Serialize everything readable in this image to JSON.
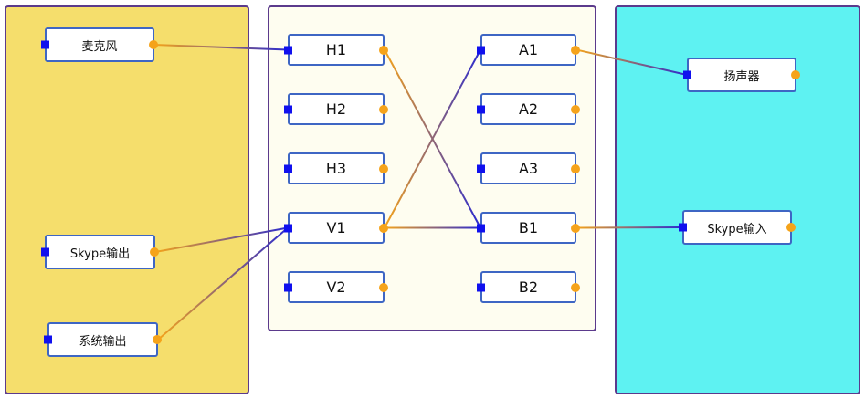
{
  "colors": {
    "left_panel": "#f5de6c",
    "middle_panel": "#fefdf0",
    "right_panel": "#5ef2f2",
    "panel_border": "#5b3a8c",
    "node_border": "#3e66c4",
    "input_port": "#1010ee",
    "output_port": "#f5a31a",
    "wire_start": "#f5a31a",
    "wire_end": "#2a2ad0"
  },
  "nodes": {
    "mic": "麦克风",
    "skype_out": "Skype输出",
    "system_out": "系统输出",
    "h1": "H1",
    "h2": "H2",
    "h3": "H3",
    "v1": "V1",
    "v2": "V2",
    "a1": "A1",
    "a2": "A2",
    "a3": "A3",
    "b1": "B1",
    "b2": "B2",
    "speaker": "扬声器",
    "skype_in": "Skype输入"
  },
  "connections": [
    [
      "mic",
      "h1"
    ],
    [
      "skype_out",
      "v1"
    ],
    [
      "system_out",
      "v1"
    ],
    [
      "h1",
      "b1"
    ],
    [
      "v1",
      "a1"
    ],
    [
      "v1",
      "b1"
    ],
    [
      "a1",
      "speaker"
    ],
    [
      "b1",
      "skype_in"
    ]
  ]
}
